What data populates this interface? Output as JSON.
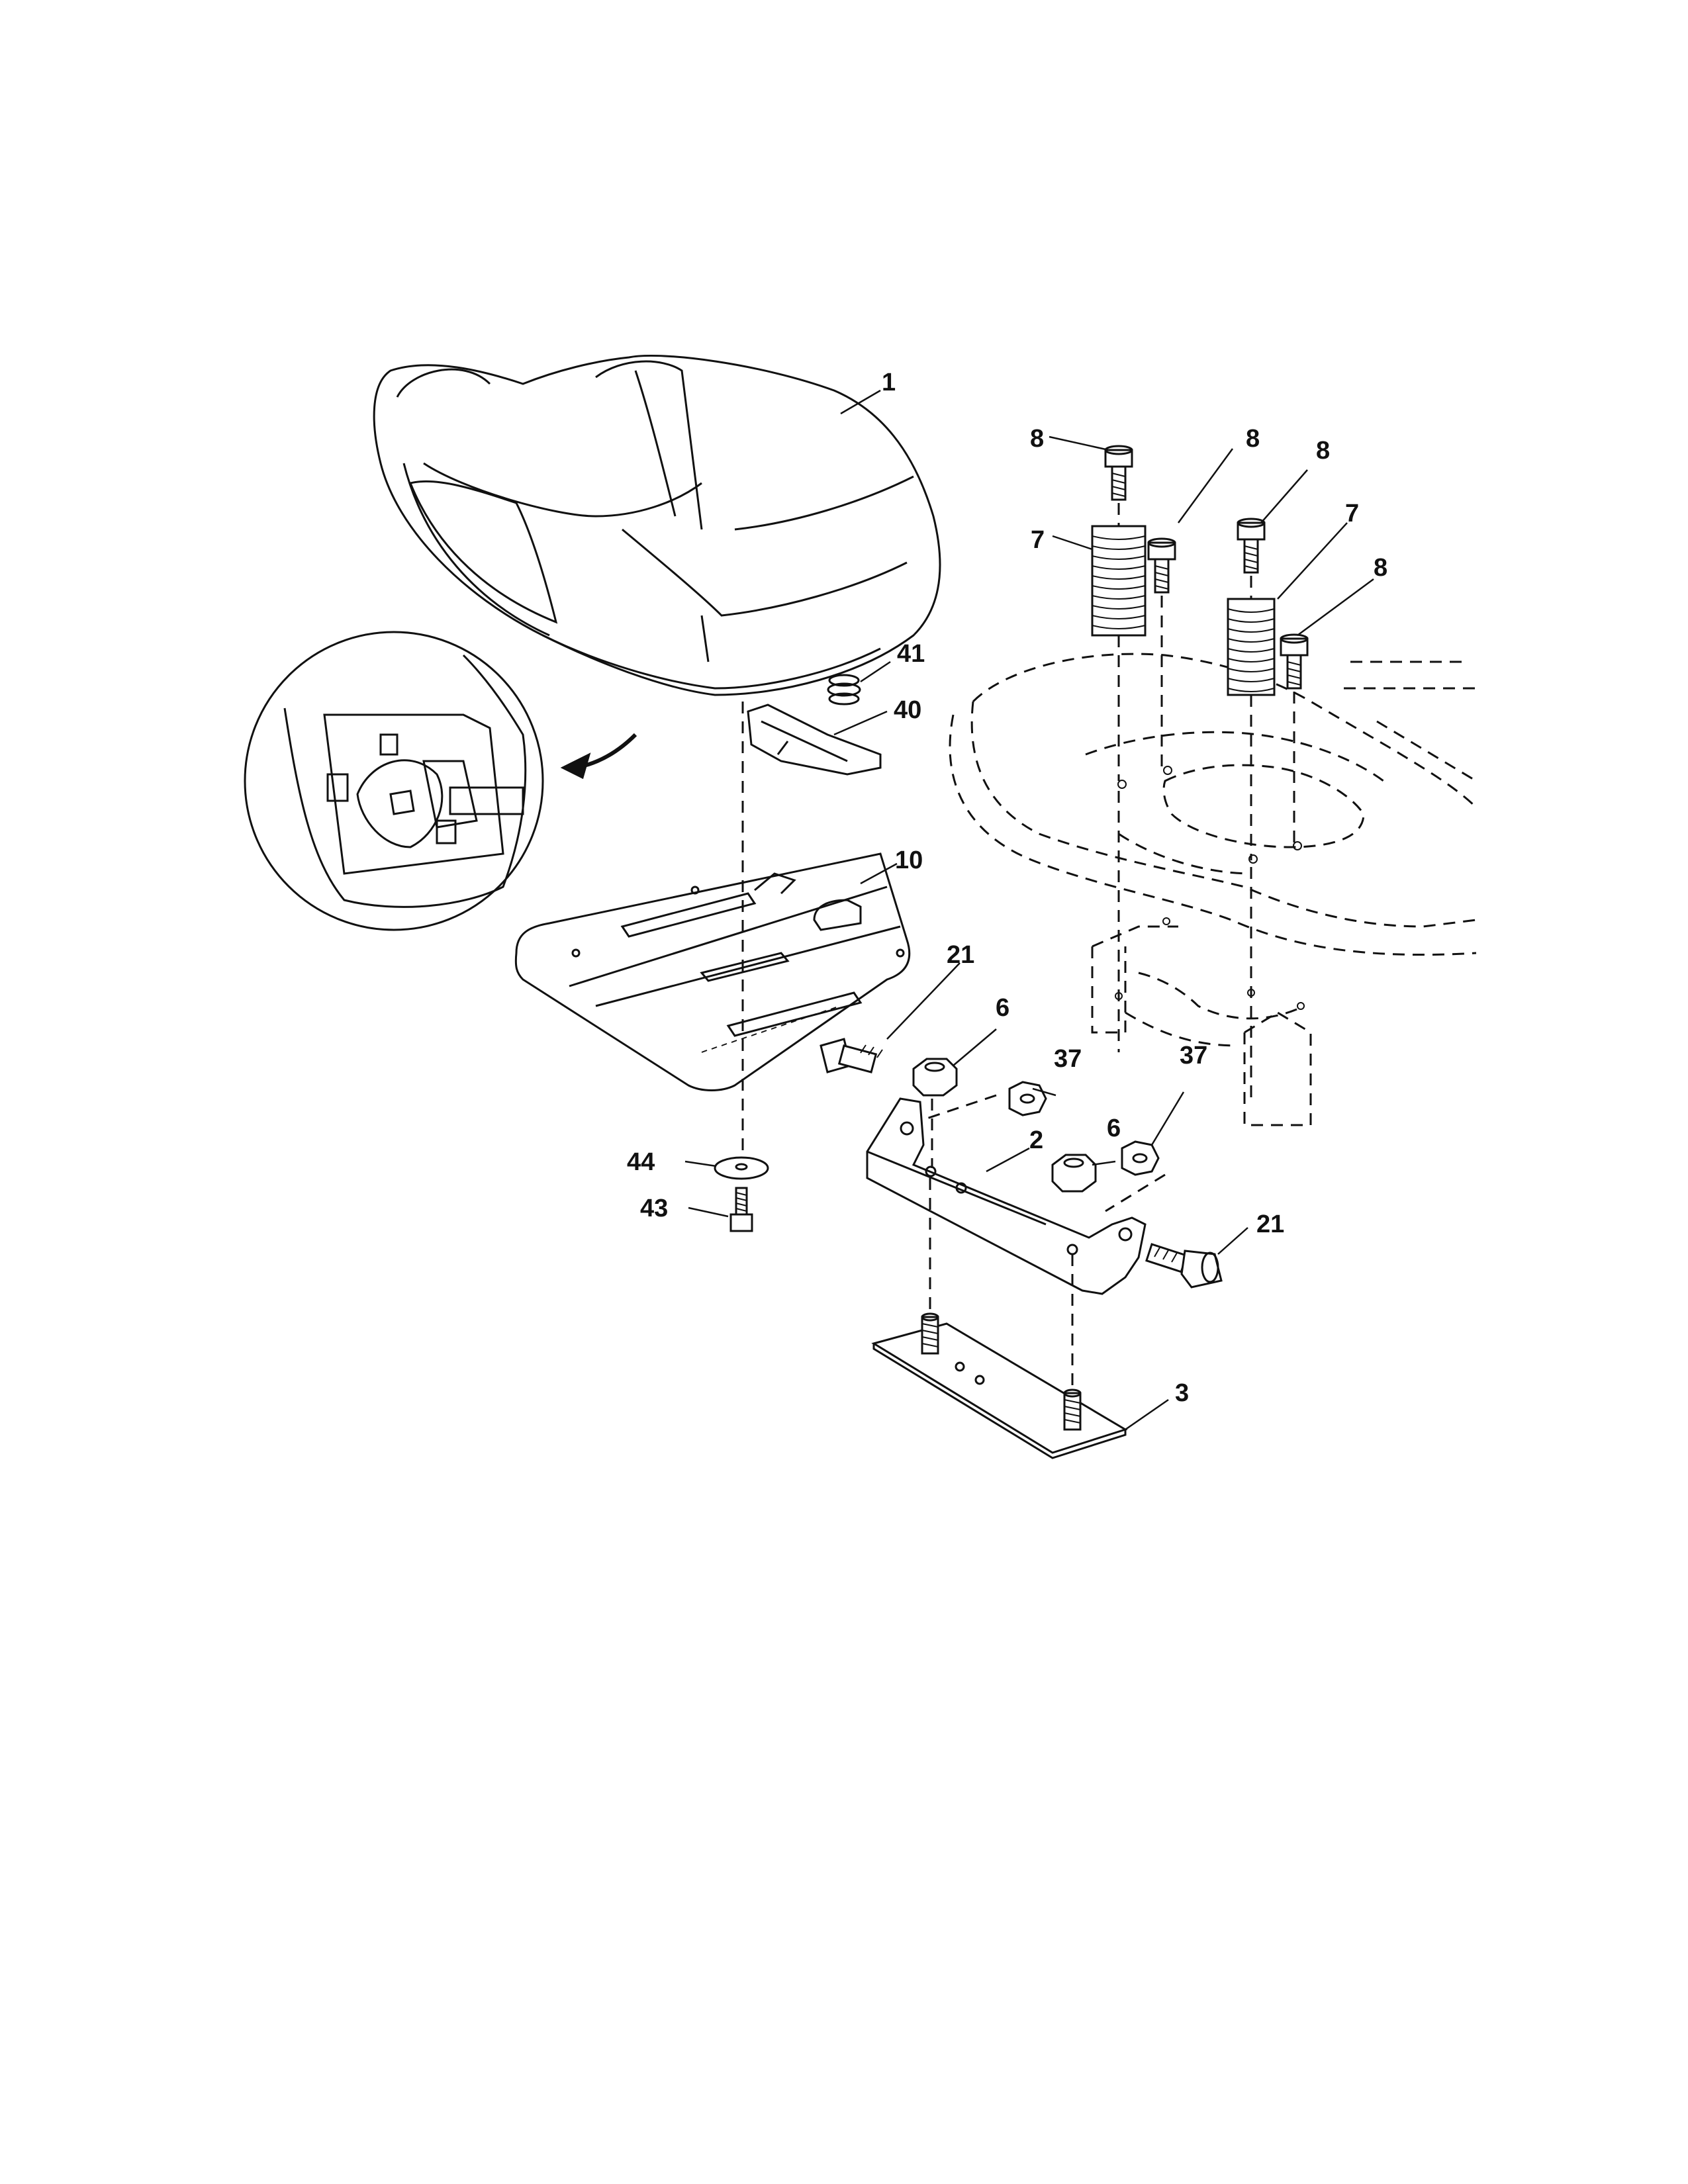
{
  "labels": {
    "seat": "1",
    "bracket": "2",
    "plate": "3",
    "nut_left": "6",
    "nut_right": "6",
    "spring_left": "7",
    "spring_right": "7",
    "bolt_top_left": "8",
    "bolt_top_mid": "8",
    "bolt_top_right": "8",
    "bolt_far_right": "8",
    "seat_pan": "10",
    "shoulder_bolt_left": "21",
    "shoulder_bolt_right": "21",
    "washer_left": "37",
    "washer_right": "37",
    "seat_switch": "40",
    "switch_spring": "41",
    "screw": "43",
    "flat_washer": "44"
  }
}
